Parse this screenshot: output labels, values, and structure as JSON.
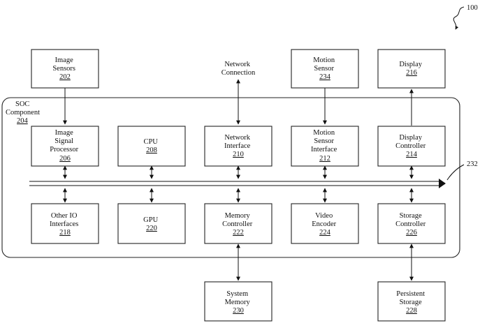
{
  "figure_ref": "100",
  "soc": {
    "lines": [
      "SOC",
      "Component"
    ],
    "ref": "204"
  },
  "bus_ref": "232",
  "blocks": {
    "image_sensors": {
      "lines": [
        "Image",
        "Sensors"
      ],
      "ref": "202"
    },
    "motion_sensor": {
      "lines": [
        "Motion",
        "Sensor"
      ],
      "ref": "234"
    },
    "display": {
      "lines": [
        "Display"
      ],
      "ref": "216"
    },
    "image_signal_processor": {
      "lines": [
        "Image",
        "Signal",
        "Processor"
      ],
      "ref": "206"
    },
    "cpu": {
      "lines": [
        "CPU"
      ],
      "ref": "208"
    },
    "network_interface": {
      "lines": [
        "Network",
        "Interface"
      ],
      "ref": "210"
    },
    "motion_sensor_interface": {
      "lines": [
        "Motion",
        "Sensor",
        "Interface"
      ],
      "ref": "212"
    },
    "display_controller": {
      "lines": [
        "Display",
        "Controller"
      ],
      "ref": "214"
    },
    "other_io_interfaces": {
      "lines": [
        "Other IO",
        "Interfaces"
      ],
      "ref": "218"
    },
    "gpu": {
      "lines": [
        "GPU"
      ],
      "ref": "220"
    },
    "memory_controller": {
      "lines": [
        "Memory",
        "Controller"
      ],
      "ref": "222"
    },
    "video_encoder": {
      "lines": [
        "Video",
        "Encoder"
      ],
      "ref": "224"
    },
    "storage_controller": {
      "lines": [
        "Storage",
        "Controller"
      ],
      "ref": "226"
    },
    "system_memory": {
      "lines": [
        "System",
        "Memory"
      ],
      "ref": "230"
    },
    "persistent_storage": {
      "lines": [
        "Persistent",
        "Storage"
      ],
      "ref": "228"
    }
  },
  "network_connection": {
    "lines": [
      "Network",
      "Connection"
    ]
  }
}
